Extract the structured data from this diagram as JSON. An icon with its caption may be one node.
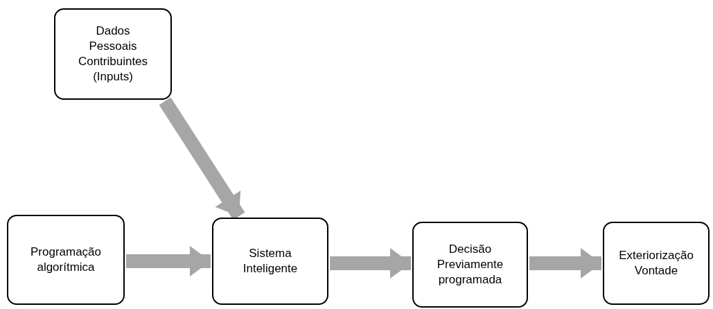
{
  "diagram": {
    "nodes": [
      {
        "text": [
          "Dados Pessoais Contribuintes (Inputs)"
        ]
      },
      {
        "text": [
          "Programação algorítmica"
        ]
      },
      {
        "text": [
          "Sistema Inteligente"
        ]
      },
      {
        "text": [
          "Decisão Previamente programada"
        ]
      },
      {
        "text": [
          "Exteriorização Vontade"
        ]
      }
    ],
    "edges": [
      {
        "from": 0,
        "to": 2,
        "arrow": "to"
      },
      {
        "from": 1,
        "to": 2,
        "arrow": "to"
      },
      {
        "from": 2,
        "to": 3,
        "arrow": "to"
      },
      {
        "from": 3,
        "to": 4,
        "arrow": "to"
      }
    ]
  }
}
